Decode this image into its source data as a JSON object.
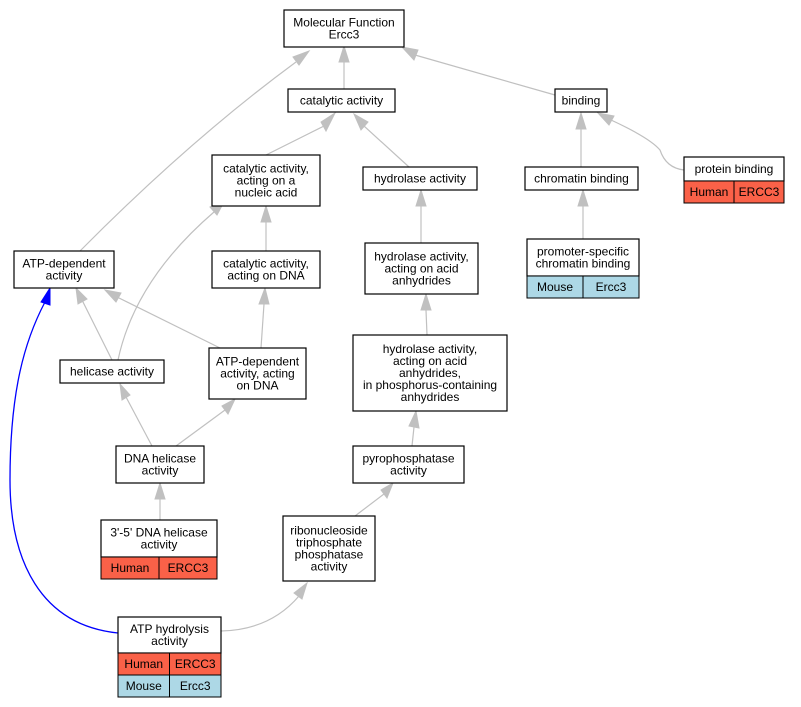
{
  "nodes": {
    "mf": [
      "Molecular Function",
      "Ercc3"
    ],
    "catalytic": [
      "catalytic activity"
    ],
    "binding": [
      "binding"
    ],
    "cat_nuc": [
      "catalytic activity,",
      "acting on a",
      "nucleic acid"
    ],
    "hydrolase": [
      "hydrolase activity"
    ],
    "chromatin": [
      "chromatin binding"
    ],
    "protein": [
      "protein binding"
    ],
    "atp_dep": [
      "ATP-dependent",
      "activity"
    ],
    "cat_dna": [
      "catalytic activity,",
      "acting on DNA"
    ],
    "hyd_anh": [
      "hydrolase activity,",
      "acting on acid",
      "anhydrides"
    ],
    "promoter": [
      "promoter-specific",
      "chromatin binding"
    ],
    "helicase": [
      "helicase activity"
    ],
    "atp_dna": [
      "ATP-dependent",
      "activity, acting",
      "on DNA"
    ],
    "hyd_phos": [
      "hydrolase activity,",
      "acting on acid",
      "anhydrides,",
      "in phosphorus-containing",
      "anhydrides"
    ],
    "dna_hel": [
      "DNA helicase",
      "activity"
    ],
    "pyro": [
      "pyrophosphatase",
      "activity"
    ],
    "hel35": [
      "3'-5' DNA helicase",
      "activity"
    ],
    "ribo": [
      "ribonucleoside",
      "triphosphate",
      "phosphatase",
      "activity"
    ],
    "atp_hyd": [
      "ATP hydrolysis",
      "activity"
    ]
  },
  "annotations": {
    "protein": [
      {
        "species": "Human",
        "gene": "ERCC3"
      }
    ],
    "promoter": [
      {
        "species": "Mouse",
        "gene": "Ercc3"
      }
    ],
    "hel35": [
      {
        "species": "Human",
        "gene": "ERCC3"
      }
    ],
    "atp_hyd": [
      {
        "species": "Human",
        "gene": "ERCC3"
      },
      {
        "species": "Mouse",
        "gene": "Ercc3"
      }
    ]
  },
  "colors": {
    "human": "#fa6148",
    "mouse": "#add8e6",
    "edge": "#c0c0c0",
    "highlight_edge": "#0000ff"
  }
}
